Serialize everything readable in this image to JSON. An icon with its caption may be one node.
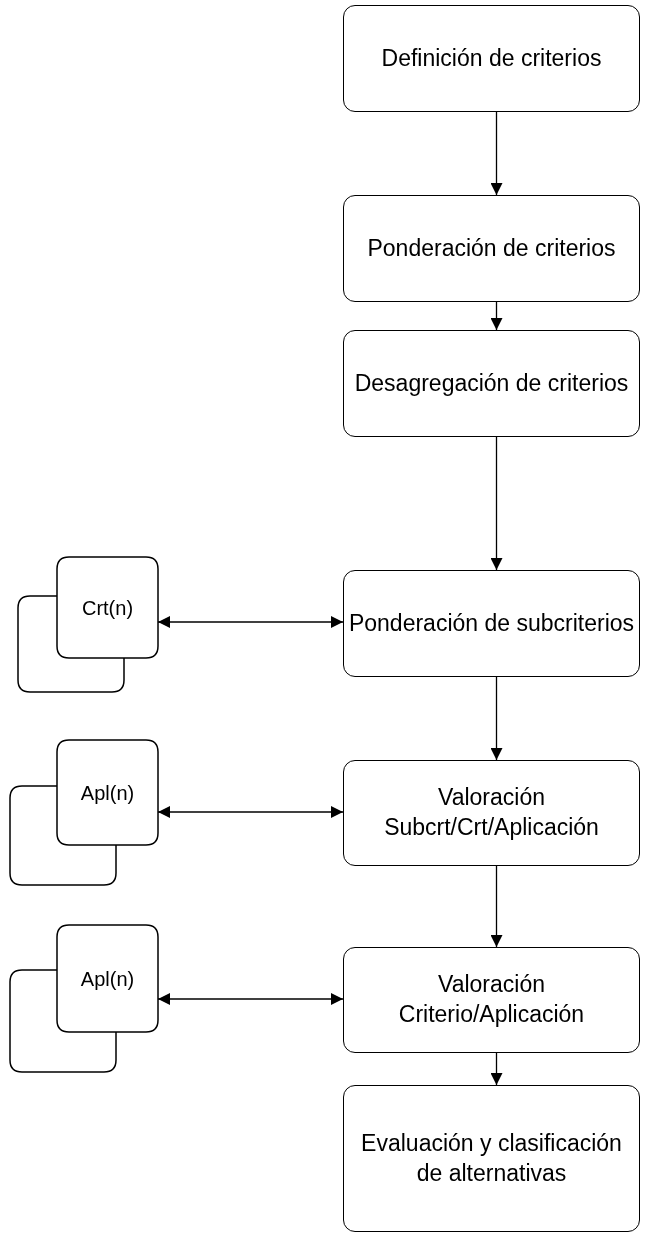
{
  "diagram": {
    "nodes": [
      {
        "text": [
          "Definición de criterios"
        ]
      },
      {
        "text": [
          "Ponderación de criterios"
        ]
      },
      {
        "text": [
          "Desagregación de criterios"
        ]
      },
      {
        "text": [
          "Crt(n)"
        ]
      },
      {
        "text": [
          "Ponderación de subcriterios"
        ]
      },
      {
        "text": [
          "Apl(n)"
        ]
      },
      {
        "text": [
          "Valoración Subcrt/Crt/Aplicación"
        ]
      },
      {
        "text": [
          "Apl(n)"
        ]
      },
      {
        "text": [
          "Valoración Criterio/Aplicación"
        ]
      },
      {
        "text": [
          "Evaluación y clasificación de alternativas"
        ]
      }
    ],
    "edges": [
      {
        "from": 0,
        "to": 1,
        "arrow": "to"
      },
      {
        "from": 1,
        "to": 2,
        "arrow": "to"
      },
      {
        "from": 2,
        "to": 4,
        "arrow": "to"
      },
      {
        "from": 3,
        "to": 4,
        "arrow": "both"
      },
      {
        "from": 4,
        "to": 6,
        "arrow": "to"
      },
      {
        "from": 5,
        "to": 6,
        "arrow": "both"
      },
      {
        "from": 6,
        "to": 8,
        "arrow": "to"
      },
      {
        "from": 7,
        "to": 8,
        "arrow": "both"
      },
      {
        "from": 8,
        "to": 9,
        "arrow": "to"
      }
    ]
  }
}
